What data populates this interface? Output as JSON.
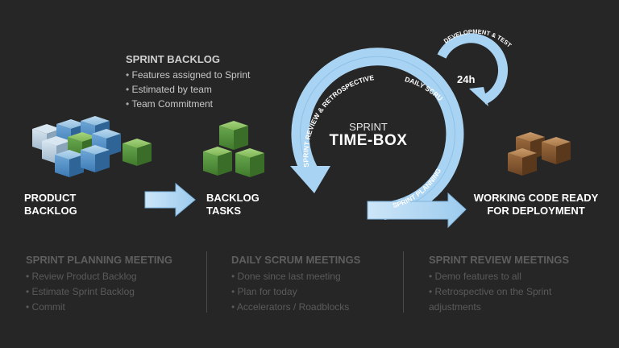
{
  "sprint_backlog": {
    "title": "SPRINT BACKLOG",
    "items": [
      "Features assigned to Sprint",
      "Estimated by team",
      "Team Commitment"
    ]
  },
  "product_backlog": {
    "line1": "PRODUCT",
    "line2": "BACKLOG"
  },
  "backlog_tasks": {
    "line1": "BACKLOG",
    "line2": "TASKS"
  },
  "working_code": {
    "line1": "WORKING CODE READY",
    "line2": "FOR DEPLOYMENT"
  },
  "timebox": {
    "small": "SPRINT",
    "big": "TIME-BOX"
  },
  "arc_labels": {
    "review": "SPRINT REVIEW & RETROSPECTIVE",
    "daily": "DAILY SCRUM",
    "planning": "SPRINT PLANNING",
    "dev": "DEVELOPMENT & TEST"
  },
  "hours": "24h",
  "meetings": [
    {
      "title": "SPRINT PLANNING MEETING",
      "items": [
        "Review Product Backlog",
        "Estimate Sprint Backlog",
        "Commit"
      ]
    },
    {
      "title": "DAILY SCRUM MEETINGS",
      "items": [
        "Done since last meeting",
        "Plan for today",
        "Accelerators / Roadblocks"
      ]
    },
    {
      "title": "SPRINT REVIEW MEETINGS",
      "items": [
        "Demo features to all",
        "Retrospective on the Sprint adjustments"
      ]
    }
  ],
  "colors": {
    "background": "#262626",
    "arrow_fill": "#a9d3f2",
    "arrow_stroke": "#6fa8d6",
    "blue_cube": "#5b9bd5",
    "light_cube": "#b7cfe2",
    "green_cube": "#6aa84f",
    "brown_cube": "#9c6b3e",
    "bottom_text": "#5e5e5e"
  }
}
